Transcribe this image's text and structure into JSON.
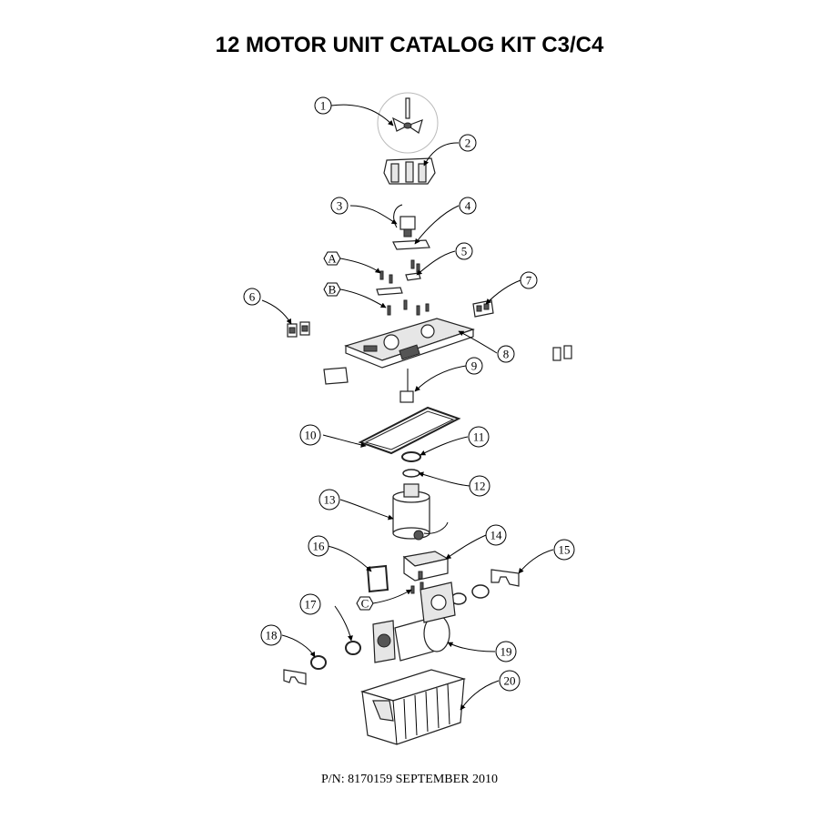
{
  "title": "12  MOTOR UNIT CATALOG KIT C3/C4",
  "footer": "P/N: 8170159 SEPTEMBER 2010",
  "callouts": {
    "c1": "1",
    "c2": "2",
    "c3": "3",
    "c4": "4",
    "c5": "5",
    "c6": "6",
    "c7": "7",
    "c8": "8",
    "c9": "9",
    "c10": "10",
    "c11": "11",
    "c12": "12",
    "c13": "13",
    "c14": "14",
    "c15": "15",
    "c16": "16",
    "c17": "17",
    "c18": "18",
    "c19": "19",
    "c20": "20",
    "cA": "A",
    "cB": "B",
    "cC": "C"
  }
}
